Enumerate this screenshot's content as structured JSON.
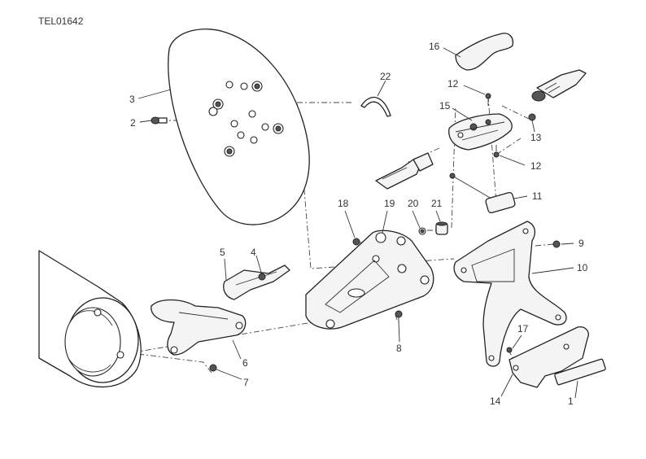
{
  "drawing_code": "TEL01642",
  "callouts": [
    "1",
    "2",
    "3",
    "4",
    "5",
    "6",
    "7",
    "8",
    "9",
    "10",
    "11",
    "12",
    "12",
    "13",
    "14",
    "15",
    "16",
    "17",
    "18",
    "19",
    "20",
    "21",
    "22"
  ],
  "colors": {
    "ink": "#222222",
    "paper": "#ffffff",
    "fill": "#f4f4f4"
  }
}
